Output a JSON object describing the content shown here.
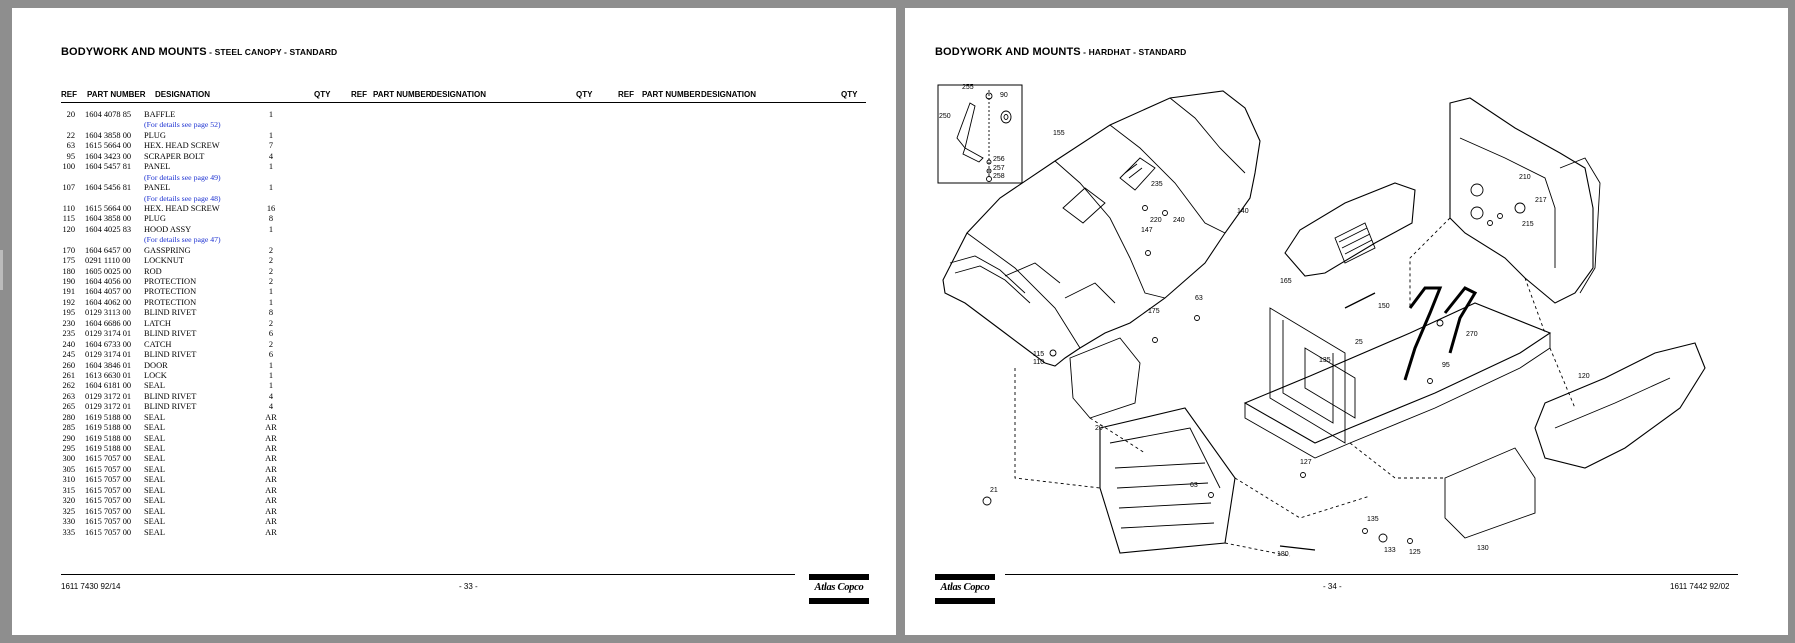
{
  "left_page": {
    "title": "BODYWORK AND MOUNTS",
    "subtitle": " - STEEL CANOPY - STANDARD",
    "headers": [
      "REF",
      "PART NUMBER",
      "DESIGNATION",
      "QTY",
      "REF",
      "PART NUMBER",
      "DESIGNATION",
      "QTY",
      "REF",
      "PART NUMBER",
      "DESIGNATION",
      "QTY"
    ],
    "rows": [
      {
        "ref": "20",
        "pn": "1604 4078 85",
        "des": "BAFFLE",
        "qty": "1",
        "note": "(For details see page 52)"
      },
      {
        "ref": "22",
        "pn": "1604 3858 00",
        "des": "PLUG",
        "qty": "1"
      },
      {
        "ref": "63",
        "pn": "1615 5664 00",
        "des": "HEX. HEAD SCREW",
        "qty": "7"
      },
      {
        "ref": "95",
        "pn": "1604 3423 00",
        "des": "SCRAPER BOLT",
        "qty": "4"
      },
      {
        "ref": "100",
        "pn": "1604 5457 81",
        "des": "PANEL",
        "qty": "1",
        "note": "(For details see page 49)"
      },
      {
        "ref": "107",
        "pn": "1604 5456 81",
        "des": "PANEL",
        "qty": "1",
        "note": "(For details see page 48)"
      },
      {
        "ref": "110",
        "pn": "1615 5664 00",
        "des": "HEX. HEAD SCREW",
        "qty": "16"
      },
      {
        "ref": "115",
        "pn": "1604 3858 00",
        "des": "PLUG",
        "qty": "8"
      },
      {
        "ref": "120",
        "pn": "1604 4025 83",
        "des": "HOOD ASSY",
        "qty": "1",
        "note": "(For details see page 47)"
      },
      {
        "ref": "170",
        "pn": "1604 6457 00",
        "des": "GASSPRING",
        "qty": "2"
      },
      {
        "ref": "175",
        "pn": "0291 1110 00",
        "des": "LOCKNUT",
        "qty": "2"
      },
      {
        "ref": "180",
        "pn": "1605 0025 00",
        "des": "ROD",
        "qty": "2"
      },
      {
        "ref": "190",
        "pn": "1604 4056 00",
        "des": "PROTECTION",
        "qty": "2"
      },
      {
        "ref": "191",
        "pn": "1604 4057 00",
        "des": "PROTECTION",
        "qty": "1"
      },
      {
        "ref": "192",
        "pn": "1604 4062 00",
        "des": "PROTECTION",
        "qty": "1"
      },
      {
        "ref": "195",
        "pn": "0129 3113 00",
        "des": "BLIND RIVET",
        "qty": "8"
      },
      {
        "ref": "230",
        "pn": "1604 6686 00",
        "des": "LATCH",
        "qty": "2"
      },
      {
        "ref": "235",
        "pn": "0129 3174 01",
        "des": "BLIND RIVET",
        "qty": "6"
      },
      {
        "ref": "240",
        "pn": "1604 6733 00",
        "des": "CATCH",
        "qty": "2"
      },
      {
        "ref": "245",
        "pn": "0129 3174 01",
        "des": "BLIND RIVET",
        "qty": "6"
      },
      {
        "ref": "260",
        "pn": "1604 3846 01",
        "des": "DOOR",
        "qty": "1"
      },
      {
        "ref": "261",
        "pn": "1613 6630 01",
        "des": "LOCK",
        "qty": "1"
      },
      {
        "ref": "262",
        "pn": "1604 6181 00",
        "des": "SEAL",
        "qty": "1"
      },
      {
        "ref": "263",
        "pn": "0129 3172 01",
        "des": "BLIND RIVET",
        "qty": "4"
      },
      {
        "ref": "265",
        "pn": "0129 3172 01",
        "des": "BLIND RIVET",
        "qty": "4"
      },
      {
        "ref": "280",
        "pn": "1619 5188 00",
        "des": "SEAL",
        "qty": "AR"
      },
      {
        "ref": "285",
        "pn": "1619 5188 00",
        "des": "SEAL",
        "qty": "AR"
      },
      {
        "ref": "290",
        "pn": "1619 5188 00",
        "des": "SEAL",
        "qty": "AR"
      },
      {
        "ref": "295",
        "pn": "1619 5188 00",
        "des": "SEAL",
        "qty": "AR"
      },
      {
        "ref": "300",
        "pn": "1615 7057 00",
        "des": "SEAL",
        "qty": "AR"
      },
      {
        "ref": "305",
        "pn": "1615 7057 00",
        "des": "SEAL",
        "qty": "AR"
      },
      {
        "ref": "310",
        "pn": "1615 7057 00",
        "des": "SEAL",
        "qty": "AR"
      },
      {
        "ref": "315",
        "pn": "1615 7057 00",
        "des": "SEAL",
        "qty": "AR"
      },
      {
        "ref": "320",
        "pn": "1615 7057 00",
        "des": "SEAL",
        "qty": "AR"
      },
      {
        "ref": "325",
        "pn": "1615 7057 00",
        "des": "SEAL",
        "qty": "AR"
      },
      {
        "ref": "330",
        "pn": "1615 7057 00",
        "des": "SEAL",
        "qty": "AR"
      },
      {
        "ref": "335",
        "pn": "1615 7057 00",
        "des": "SEAL",
        "qty": "AR"
      }
    ],
    "footer_doc": "1611 7430 92/14",
    "footer_page": "- 33 -",
    "logo": "Atlas Copco"
  },
  "right_page": {
    "title": "BODYWORK AND MOUNTS",
    "subtitle": " - HARDHAT - STANDARD",
    "callouts": [
      "255",
      "90",
      "250",
      "256",
      "257",
      "258",
      "155",
      "235",
      "220",
      "240",
      "147",
      "140",
      "210",
      "217",
      "215",
      "165",
      "63",
      "175",
      "150",
      "25",
      "270",
      "115",
      "110",
      "135",
      "95",
      "120",
      "20",
      "127",
      "21",
      "63",
      "135",
      "133",
      "125",
      "130",
      "180"
    ],
    "footer_doc": "1611 7442 92/02",
    "footer_page": "- 34 -",
    "logo": "Atlas Copco"
  },
  "colors": {
    "background": "#8e8e8e",
    "page": "#ffffff",
    "text": "#000000",
    "link_note": "#1a2fd1"
  }
}
